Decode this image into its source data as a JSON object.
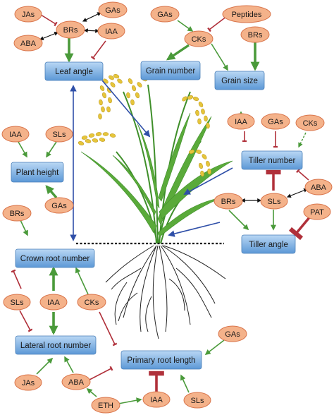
{
  "hormones": {
    "jas_top": "JAs",
    "brs_top": "BRs",
    "gas_top": "GAs",
    "aba_top": "ABA",
    "iaa_top": "IAA",
    "gas_mid_top": "GAs",
    "peptides": "Peptides",
    "cks_top": "CKs",
    "brs_right_top": "BRs",
    "iaa_left": "IAA",
    "sls_left": "SLs",
    "brs_left": "BRs",
    "gas_left": "GAs",
    "iaa_tiller": "IAA",
    "gas_tiller": "GAs",
    "cks_tiller": "CKs",
    "brs_tiller": "BRs",
    "sls_tiller": "SLs",
    "aba_tiller": "ABA",
    "pat_tiller": "PAT",
    "sls_root": "SLs",
    "iaa_root": "IAA",
    "cks_root": "CKs",
    "gas_primary": "GAs",
    "jas_bottom": "JAs",
    "aba_bottom": "ABA",
    "eth_bottom": "ETH",
    "iaa_bottom": "IAA",
    "sls_bottom": "SLs"
  },
  "traits": {
    "leaf_angle": "Leaf angle",
    "grain_number": "Grain number",
    "grain_size": "Grain size",
    "plant_height": "Plant height",
    "tiller_number": "Tiller number",
    "tiller_angle": "Tiller angle",
    "crown_root_number": "Crown root number",
    "lateral_root_number": "Lateral root number",
    "primary_root_length": "Primary root length"
  },
  "colors": {
    "hormone_fill": "#f4b28a",
    "hormone_stroke": "#d9744a",
    "trait_fill_top": "#a9cdf0",
    "trait_fill_bottom": "#5f9bd8",
    "trait_stroke": "#4a7fb8",
    "promote_arrow": "#4a9a3a",
    "inhibit_line": "#b0303a",
    "interaction_arrow": "#111111",
    "blue_arrow": "#2f4fa8"
  }
}
